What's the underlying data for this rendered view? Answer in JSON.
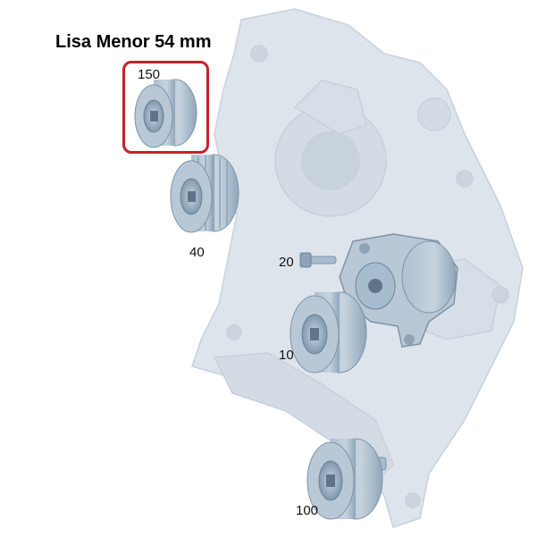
{
  "title": "Lisa Menor 54 mm",
  "callouts": {
    "part_150": "150",
    "part_40": "40",
    "part_20": "20",
    "part_10": "10",
    "part_100": "100"
  },
  "colors": {
    "housing": "#dde4ec",
    "part": "#a8bccf",
    "highlight": "#c8202a"
  }
}
